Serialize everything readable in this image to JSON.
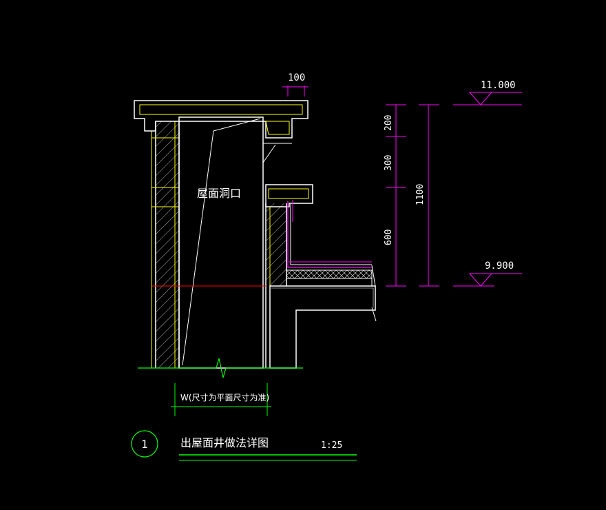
{
  "drawing": {
    "opening_label": "屋面洞口",
    "dimensions": {
      "top_width": "100",
      "seg_200": "200",
      "seg_300": "300",
      "seg_600": "600",
      "total_1100": "1100",
      "width_note": "W(尺寸为平面尺寸为准)"
    },
    "elevations": {
      "top": "11.000",
      "bottom": "9.900"
    },
    "title_block": {
      "number": "1",
      "title": "出屋面井做法详图",
      "scale": "1:25"
    }
  },
  "colors": {
    "background": "#000000",
    "outline": "#ffffff",
    "concrete_fill": "#ffff00",
    "dimension": "#ff00ff",
    "green_line": "#00ff00",
    "red_line": "#ff0000",
    "elevation": "#ff00ff"
  }
}
